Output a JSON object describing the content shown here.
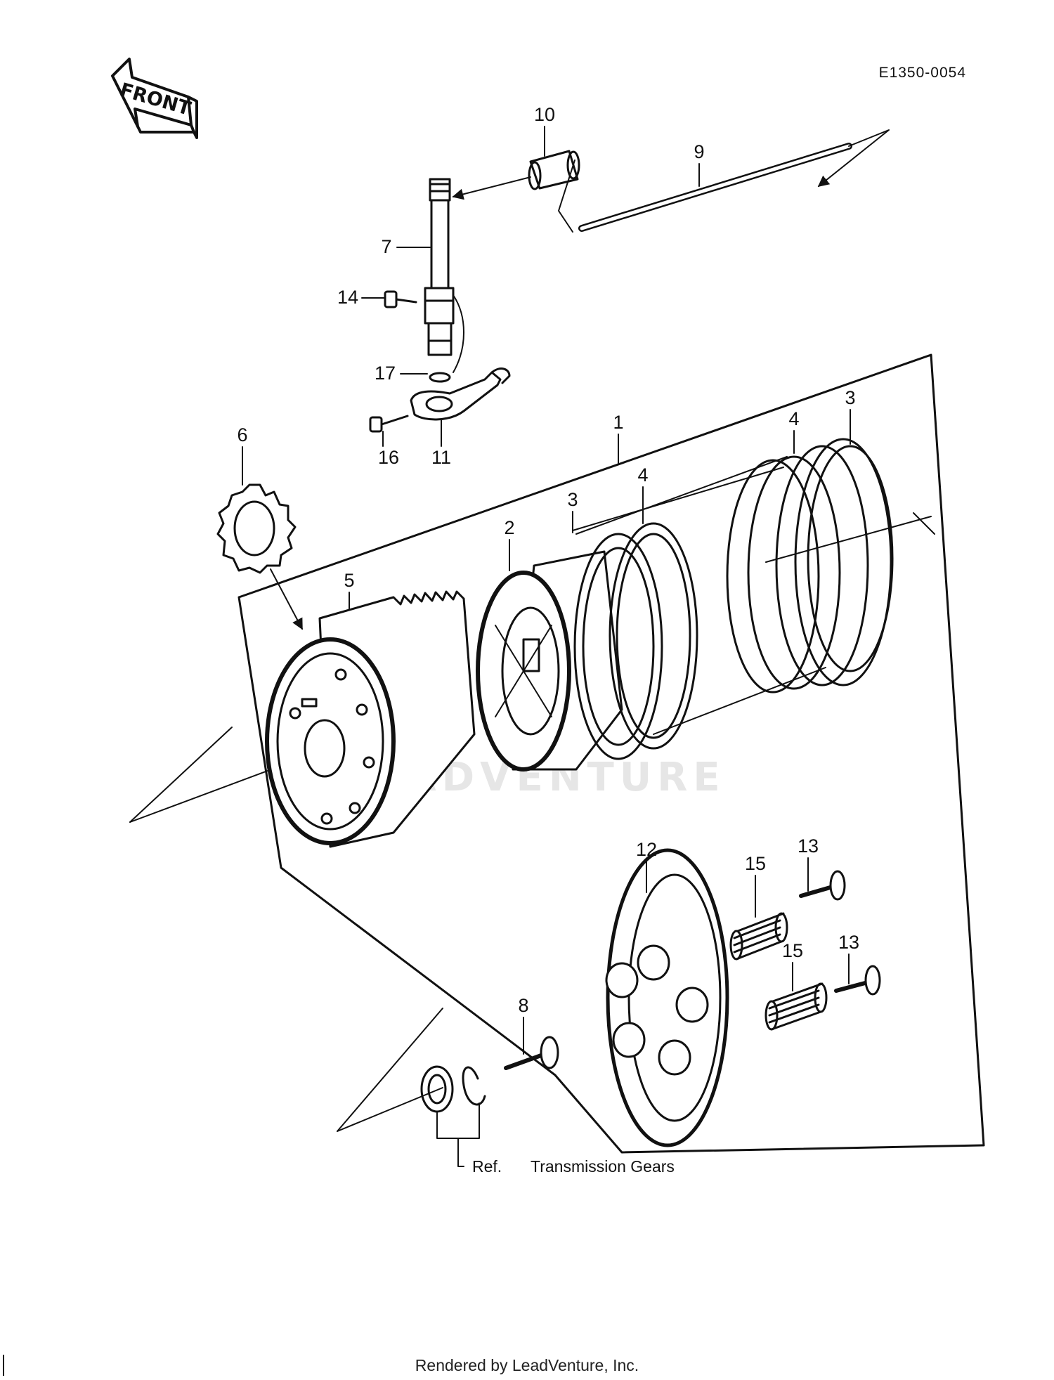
{
  "diagram_code": "E1350-0054",
  "front_label": "FRONT",
  "watermark": "LEADVENTURE",
  "callouts": {
    "c1": "1",
    "c2": "2",
    "c3a": "3",
    "c3b": "3",
    "c4a": "4",
    "c4b": "4",
    "c5": "5",
    "c6": "6",
    "c7": "7",
    "c8": "8",
    "c9": "9",
    "c10": "10",
    "c11": "11",
    "c12": "12",
    "c13a": "13",
    "c13b": "13",
    "c14": "14",
    "c15a": "15",
    "c15b": "15",
    "c16": "16",
    "c17": "17"
  },
  "ref_label": "Ref.",
  "ref_target": "Transmission Gears",
  "footer": "Rendered by LeadVenture, Inc."
}
